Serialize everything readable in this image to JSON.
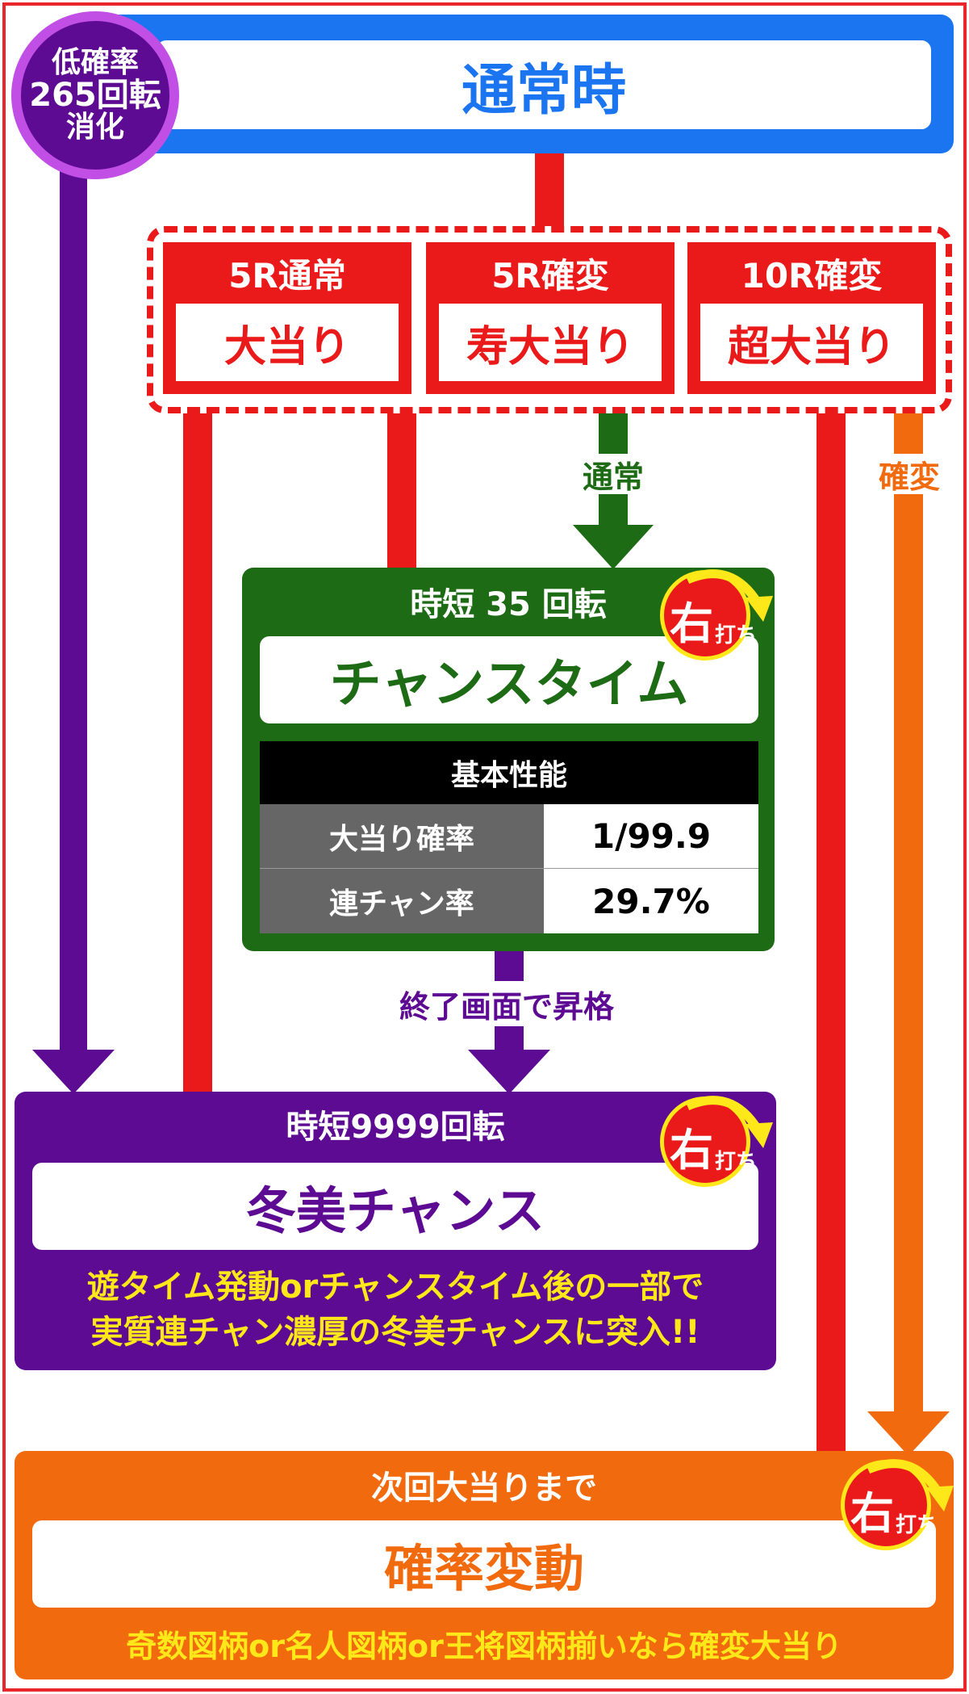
{
  "colors": {
    "red": "#ea1a1a",
    "blue": "#1b74f0",
    "green": "#1d6b14",
    "purple": "#5c0b92",
    "orange": "#f26a0e",
    "badge_purple": "#c14fe6",
    "yellow": "#ffe81a"
  },
  "normal": {
    "title": "通常時",
    "badge": [
      "低確率",
      "265回転",
      "消化"
    ]
  },
  "jackpots": [
    {
      "top": "5R通常",
      "bottom": "大当り"
    },
    {
      "top": "5R確変",
      "bottom": "寿大当り"
    },
    {
      "top": "10R確変",
      "bottom": "超大当り"
    }
  ],
  "arrow_labels": {
    "normal": "通常",
    "kakuhen": "確変",
    "upgrade": "終了画面で昇格"
  },
  "chance_time": {
    "header": "時短 35 回転",
    "title": "チャンスタイム",
    "table_title": "基本性能",
    "rows": [
      {
        "label": "大当り確率",
        "value": "1/99.9"
      },
      {
        "label": "連チャン率",
        "value": "29.7%"
      }
    ]
  },
  "touka": {
    "header": "時短9999回転",
    "title": "冬美チャンス",
    "desc1": "遊タイム発動orチャンスタイム後の一部で",
    "desc2": "実質連チャン濃厚の冬美チャンスに突入!!"
  },
  "kakuhen": {
    "header": "次回大当りまで",
    "title": "確率変動",
    "desc": "奇数図柄or名人図柄or王将図柄揃いなら確変大当り"
  },
  "migiuchi": {
    "big": "右",
    "small": "打ち"
  }
}
